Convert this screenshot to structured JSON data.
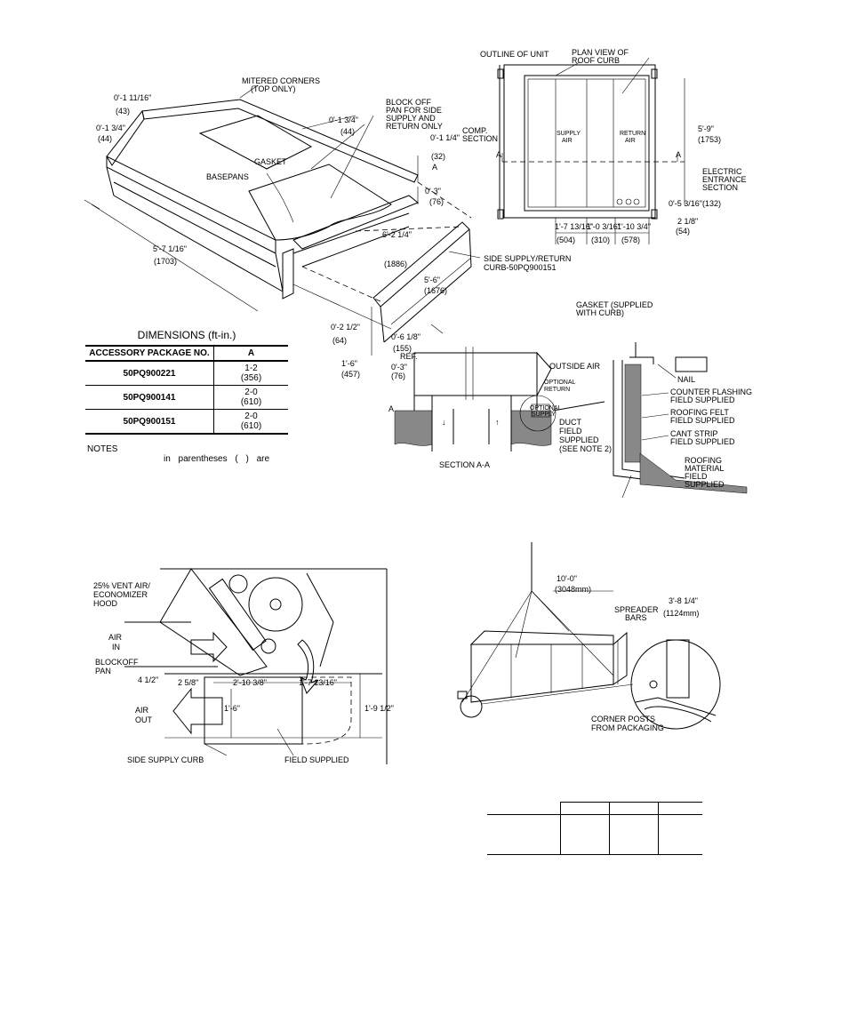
{
  "curb_iso": {
    "mitered_corners": "MITERED CORNERS",
    "top_only": "(TOP ONLY)",
    "block_off_pan": [
      "BLOCK OFF",
      "PAN FOR SIDE",
      "SUPPLY AND",
      "RETURN ONLY"
    ],
    "dim_0_1_11_16": "0'-1 11/16\"",
    "dim_43": "(43)",
    "dim_0_1_3_4": "0'-1 3/4\"",
    "dim_44a": "(44)",
    "dim_0_1_3_4b": "0'-1 3/4\"",
    "dim_44b": "(44)",
    "dim_0_1_1_4": "0'-1 1/4\"",
    "dim_32": "(32)",
    "dim_a": "A",
    "dim_0_3": "0'-3\"",
    "dim_76": "(76)",
    "gasket": "GASKET",
    "basepans": "BASEPANS",
    "dim_5_7": "5'-7 1/16\"",
    "dim_1703": "(1703)",
    "dim_6_2": "6'-2 1/4\"",
    "dim_1886": "(1886)",
    "side_curb": [
      "SIDE SUPPLY/RETURN",
      "CURB-50PQ900151"
    ],
    "dim_5_6": "5'-6\"",
    "dim_1676": "(1676)",
    "dim_0_2": "0'-2 1/2\"",
    "dim_64": "(64)",
    "dim_0_6": "0'-6 1/8\"",
    "dim_155": "(155)",
    "dim_1_6": "1'-6\"",
    "dim_457": "(457)"
  },
  "dimensions_table": {
    "caption": "DIMENSIONS (ft-in.)",
    "headers": [
      "ACCESSORY PACKAGE NO.",
      "A"
    ],
    "rows": [
      {
        "pkg": "50PQ900221",
        "ft": "1-2",
        "mm": "(356)"
      },
      {
        "pkg": "50PQ900141",
        "ft": "2-0",
        "mm": "(610)"
      },
      {
        "pkg": "50PQ900151",
        "ft": "2-0",
        "mm": "(610)"
      }
    ]
  },
  "notes": {
    "title": "NOTES",
    "line": "in parentheses ( ) are"
  },
  "plan_view": {
    "outline_of_unit": "OUTLINE OF UNIT",
    "plan_view": [
      "PLAN VIEW OF",
      "ROOF CURB"
    ],
    "comp_section": [
      "COMP.",
      "SECTION"
    ],
    "supply_air": [
      "SUPPLY",
      "AIR"
    ],
    "return_air": [
      "RETURN",
      "AIR"
    ],
    "section_mark": "A",
    "dim_5_9": "5'-9\"",
    "dim_1753": "(1753)",
    "electric": [
      "ELECTRIC",
      "ENTRANCE",
      "SECTION"
    ],
    "dim_0_5": "0'-5 3/16\"(132)",
    "dim_2_1_8": "2 1/8\"",
    "dim_54": "(54)",
    "dim_1_7": "1'-7 13/16\"",
    "dim_504": "(504)",
    "dim_1_0": "1'-0 3/16\"",
    "dim_310": "(310)",
    "dim_1_10": "1'-10 3/4\"",
    "dim_578": "(578)"
  },
  "section_aa": {
    "ref": "REF.",
    "dim_0_3": "0'-3\"",
    "dim_76": "(76)",
    "dim_a": "A",
    "outside_air": "OUTSIDE AIR",
    "optional_return": [
      "OPTIONAL",
      "RETURN"
    ],
    "optional_supply": [
      "OPTIONAL",
      "SUPPLY"
    ],
    "duct": [
      "DUCT",
      "FIELD",
      "SUPPLIED",
      "(SEE NOTE 2)"
    ],
    "title": "SECTION A-A",
    "gasket": [
      "GASKET (SUPPLIED",
      "WITH CURB)"
    ],
    "nail": "NAIL",
    "counter_flashing": [
      "COUNTER FLASHING",
      "FIELD SUPPLIED"
    ],
    "roofing_felt": [
      "ROOFING FELT",
      "FIELD SUPPLIED"
    ],
    "cant_strip": [
      "CANT STRIP",
      "FIELD SUPPLIED"
    ],
    "roofing_material": [
      "ROOFING",
      "MATERIAL",
      "FIELD",
      "SUPPLIED"
    ]
  },
  "economizer": {
    "hood": [
      "25% VENT AIR/",
      "ECONOMIZER",
      "HOOD"
    ],
    "air_in": [
      "AIR",
      "IN"
    ],
    "blockoff": [
      "BLOCKOFF",
      "PAN"
    ],
    "dim_4_1_2": "4 1/2\"",
    "dim_2_5_8": "2 5/8\"",
    "dim_2_10": "2'-10 3/8\"",
    "dim_1_7": "1'-7 13/16\"",
    "air_out": [
      "AIR",
      "OUT"
    ],
    "dim_1_6": "1'-6\"",
    "dim_1_9": "1'-9 1/2\"",
    "side_supply_curb": "SIDE SUPPLY CURB",
    "field_supplied": "FIELD SUPPLIED"
  },
  "rigging": {
    "dim_10_0": "10'-0\"",
    "dim_3048": "(3048mm)",
    "spreader": [
      "SPREADER",
      "BARS"
    ],
    "dim_3_8": "3'-8 1/4\"",
    "dim_1124": "(1124mm)",
    "corner_posts": [
      "CORNER POSTS",
      "FROM PACKAGING"
    ]
  },
  "colors": {
    "ink": "#000000",
    "paper": "#ffffff",
    "hatch": "#888888"
  }
}
